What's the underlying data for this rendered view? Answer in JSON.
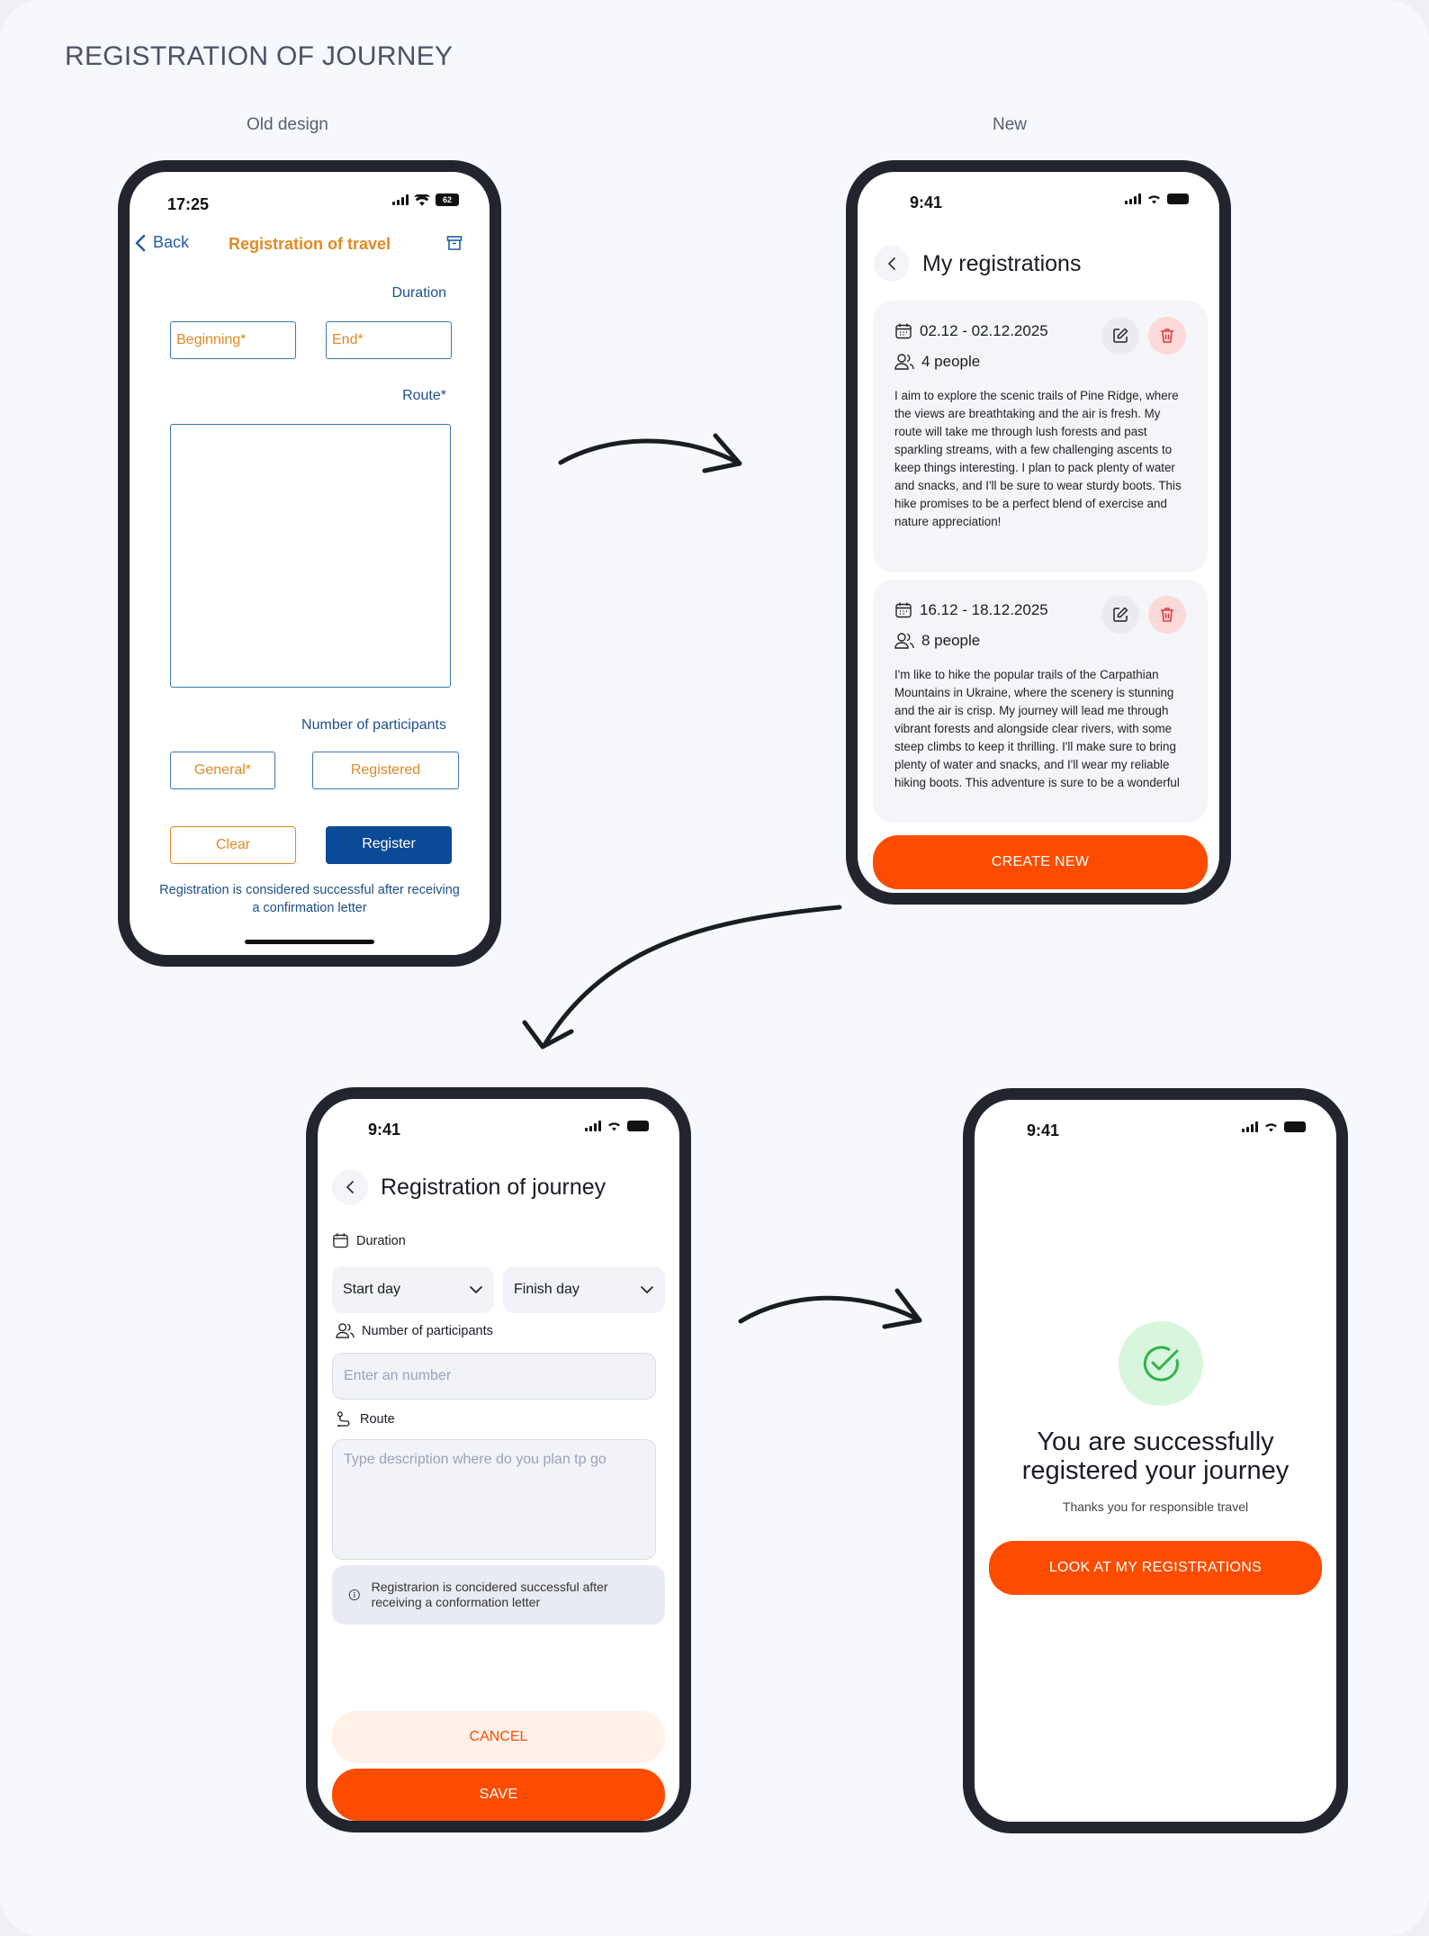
{
  "page": {
    "title": "REGISTRATION OF JOURNEY",
    "label_old": "Old design",
    "label_new": "New"
  },
  "old_design": {
    "time": "17:25",
    "battery": "62",
    "back_label": "Back",
    "title": "Registration of travel",
    "duration_label": "Duration",
    "beginning_placeholder": "Beginning*",
    "end_placeholder": "End*",
    "route_label": "Route*",
    "participants_label": "Number of participants",
    "general_placeholder": "General*",
    "registered_placeholder": "Registered",
    "clear_label": "Clear",
    "register_label": "Register",
    "note": "Registration is considered successful after receiving a confirmation letter"
  },
  "my_registrations": {
    "time": "9:41",
    "title": "My registrations",
    "cards": [
      {
        "dates": "02.12 - 02.12.2025",
        "people": "4 people",
        "description": "I aim to explore the scenic trails of Pine Ridge, where the views are breathtaking and the air is fresh. My route will take me through lush forests and past sparkling streams, with a few challenging ascents to keep things interesting. I plan to pack plenty of water and snacks, and I'll be sure to wear sturdy boots. This hike promises to be a perfect blend of exercise and nature appreciation!"
      },
      {
        "dates": "16.12 - 18.12.2025",
        "people": "8 people",
        "description": "I'm like to hike the popular trails of the Carpathian Mountains in Ukraine, where the scenery is stunning and the air is crisp. My journey will lead me through vibrant forests and alongside clear rivers, with some steep climbs to keep it thrilling. I'll make sure to bring plenty of water and snacks, and I'll wear my reliable hiking boots. This adventure is sure to be a wonderful"
      }
    ],
    "create_label": "CREATE NEW"
  },
  "registration_form": {
    "time": "9:41",
    "title": "Registration of journey",
    "duration_label": "Duration",
    "start_day": "Start day",
    "finish_day": "Finish day",
    "participants_label": "Number of participants",
    "participants_placeholder": "Enter an number",
    "route_label": "Route",
    "route_placeholder": "Type description where do you plan tp go",
    "note": "Registrarion is concidered successful after receiving a conformation letter",
    "cancel_label": "CANCEL",
    "save_label": "SAVE"
  },
  "success": {
    "time": "9:41",
    "title": "You are successfully registered your journey",
    "subtitle": "Thanks you for responsible travel",
    "button_label": "LOOK AT MY REGISTRATIONS"
  },
  "colors": {
    "accent_orange": "#fd4c00",
    "old_blue": "#0b4a96",
    "old_orange": "#e08a24",
    "success_green": "#2fb54a"
  },
  "icons": [
    "chevron-left-icon",
    "archive-icon",
    "calendar-icon",
    "users-icon",
    "edit-icon",
    "trash-icon",
    "chevron-down-icon",
    "route-icon",
    "info-icon",
    "check-circle-icon",
    "signal-icon",
    "wifi-icon",
    "battery-icon"
  ]
}
